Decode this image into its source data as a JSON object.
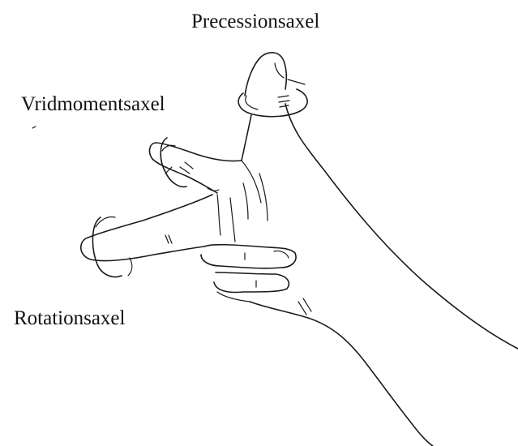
{
  "labels": {
    "precession_axis": "Precessionsaxel",
    "torque_axis": "Vridmomentsaxel",
    "rotation_axis": "Rotationsaxel"
  },
  "colors": {
    "ink": "#1a1a1a",
    "background": "#ffffff"
  }
}
